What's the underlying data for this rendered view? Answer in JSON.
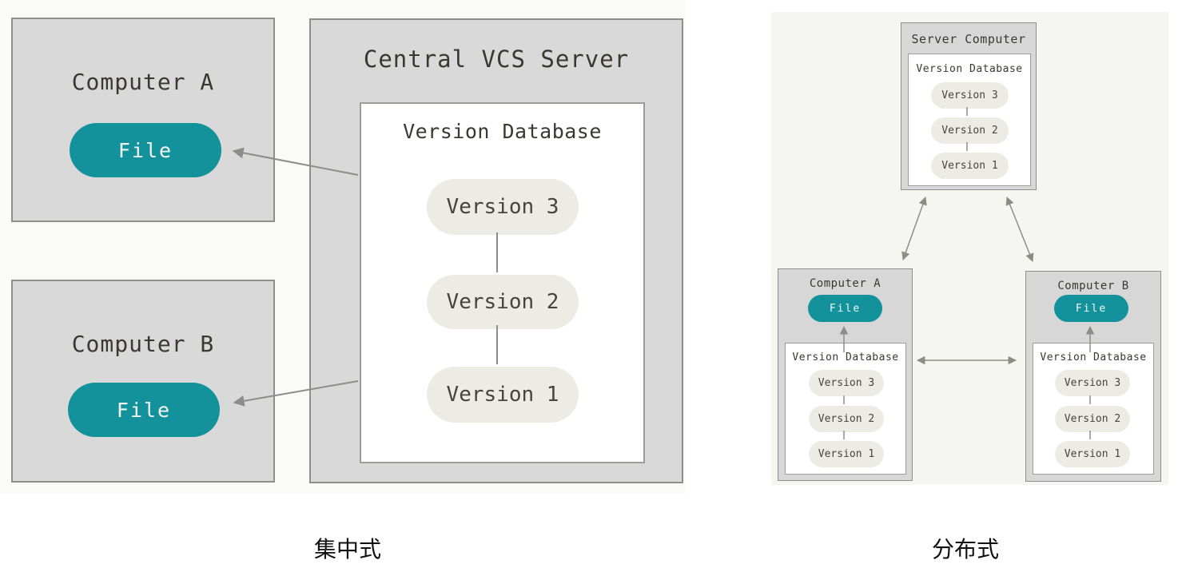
{
  "colors": {
    "accent_teal": "#14929c",
    "box_gray": "#d9d9d9",
    "pill_beige": "#edece4",
    "arrow_gray": "#8d8d88"
  },
  "centralized": {
    "caption": "集中式",
    "computer_a": {
      "title": "Computer A",
      "file": "File"
    },
    "computer_b": {
      "title": "Computer B",
      "file": "File"
    },
    "server": {
      "title": "Central VCS Server",
      "database": "Version Database",
      "versions": [
        "Version 3",
        "Version 2",
        "Version 1"
      ]
    }
  },
  "distributed": {
    "caption": "分布式",
    "server": {
      "title": "Server Computer",
      "database": "Version Database",
      "versions": [
        "Version 3",
        "Version 2",
        "Version 1"
      ]
    },
    "computer_a": {
      "title": "Computer A",
      "file": "File",
      "database": "Version Database",
      "versions": [
        "Version 3",
        "Version 2",
        "Version 1"
      ]
    },
    "computer_b": {
      "title": "Computer B",
      "file": "File",
      "database": "Version Database",
      "versions": [
        "Version 3",
        "Version 2",
        "Version 1"
      ]
    }
  }
}
